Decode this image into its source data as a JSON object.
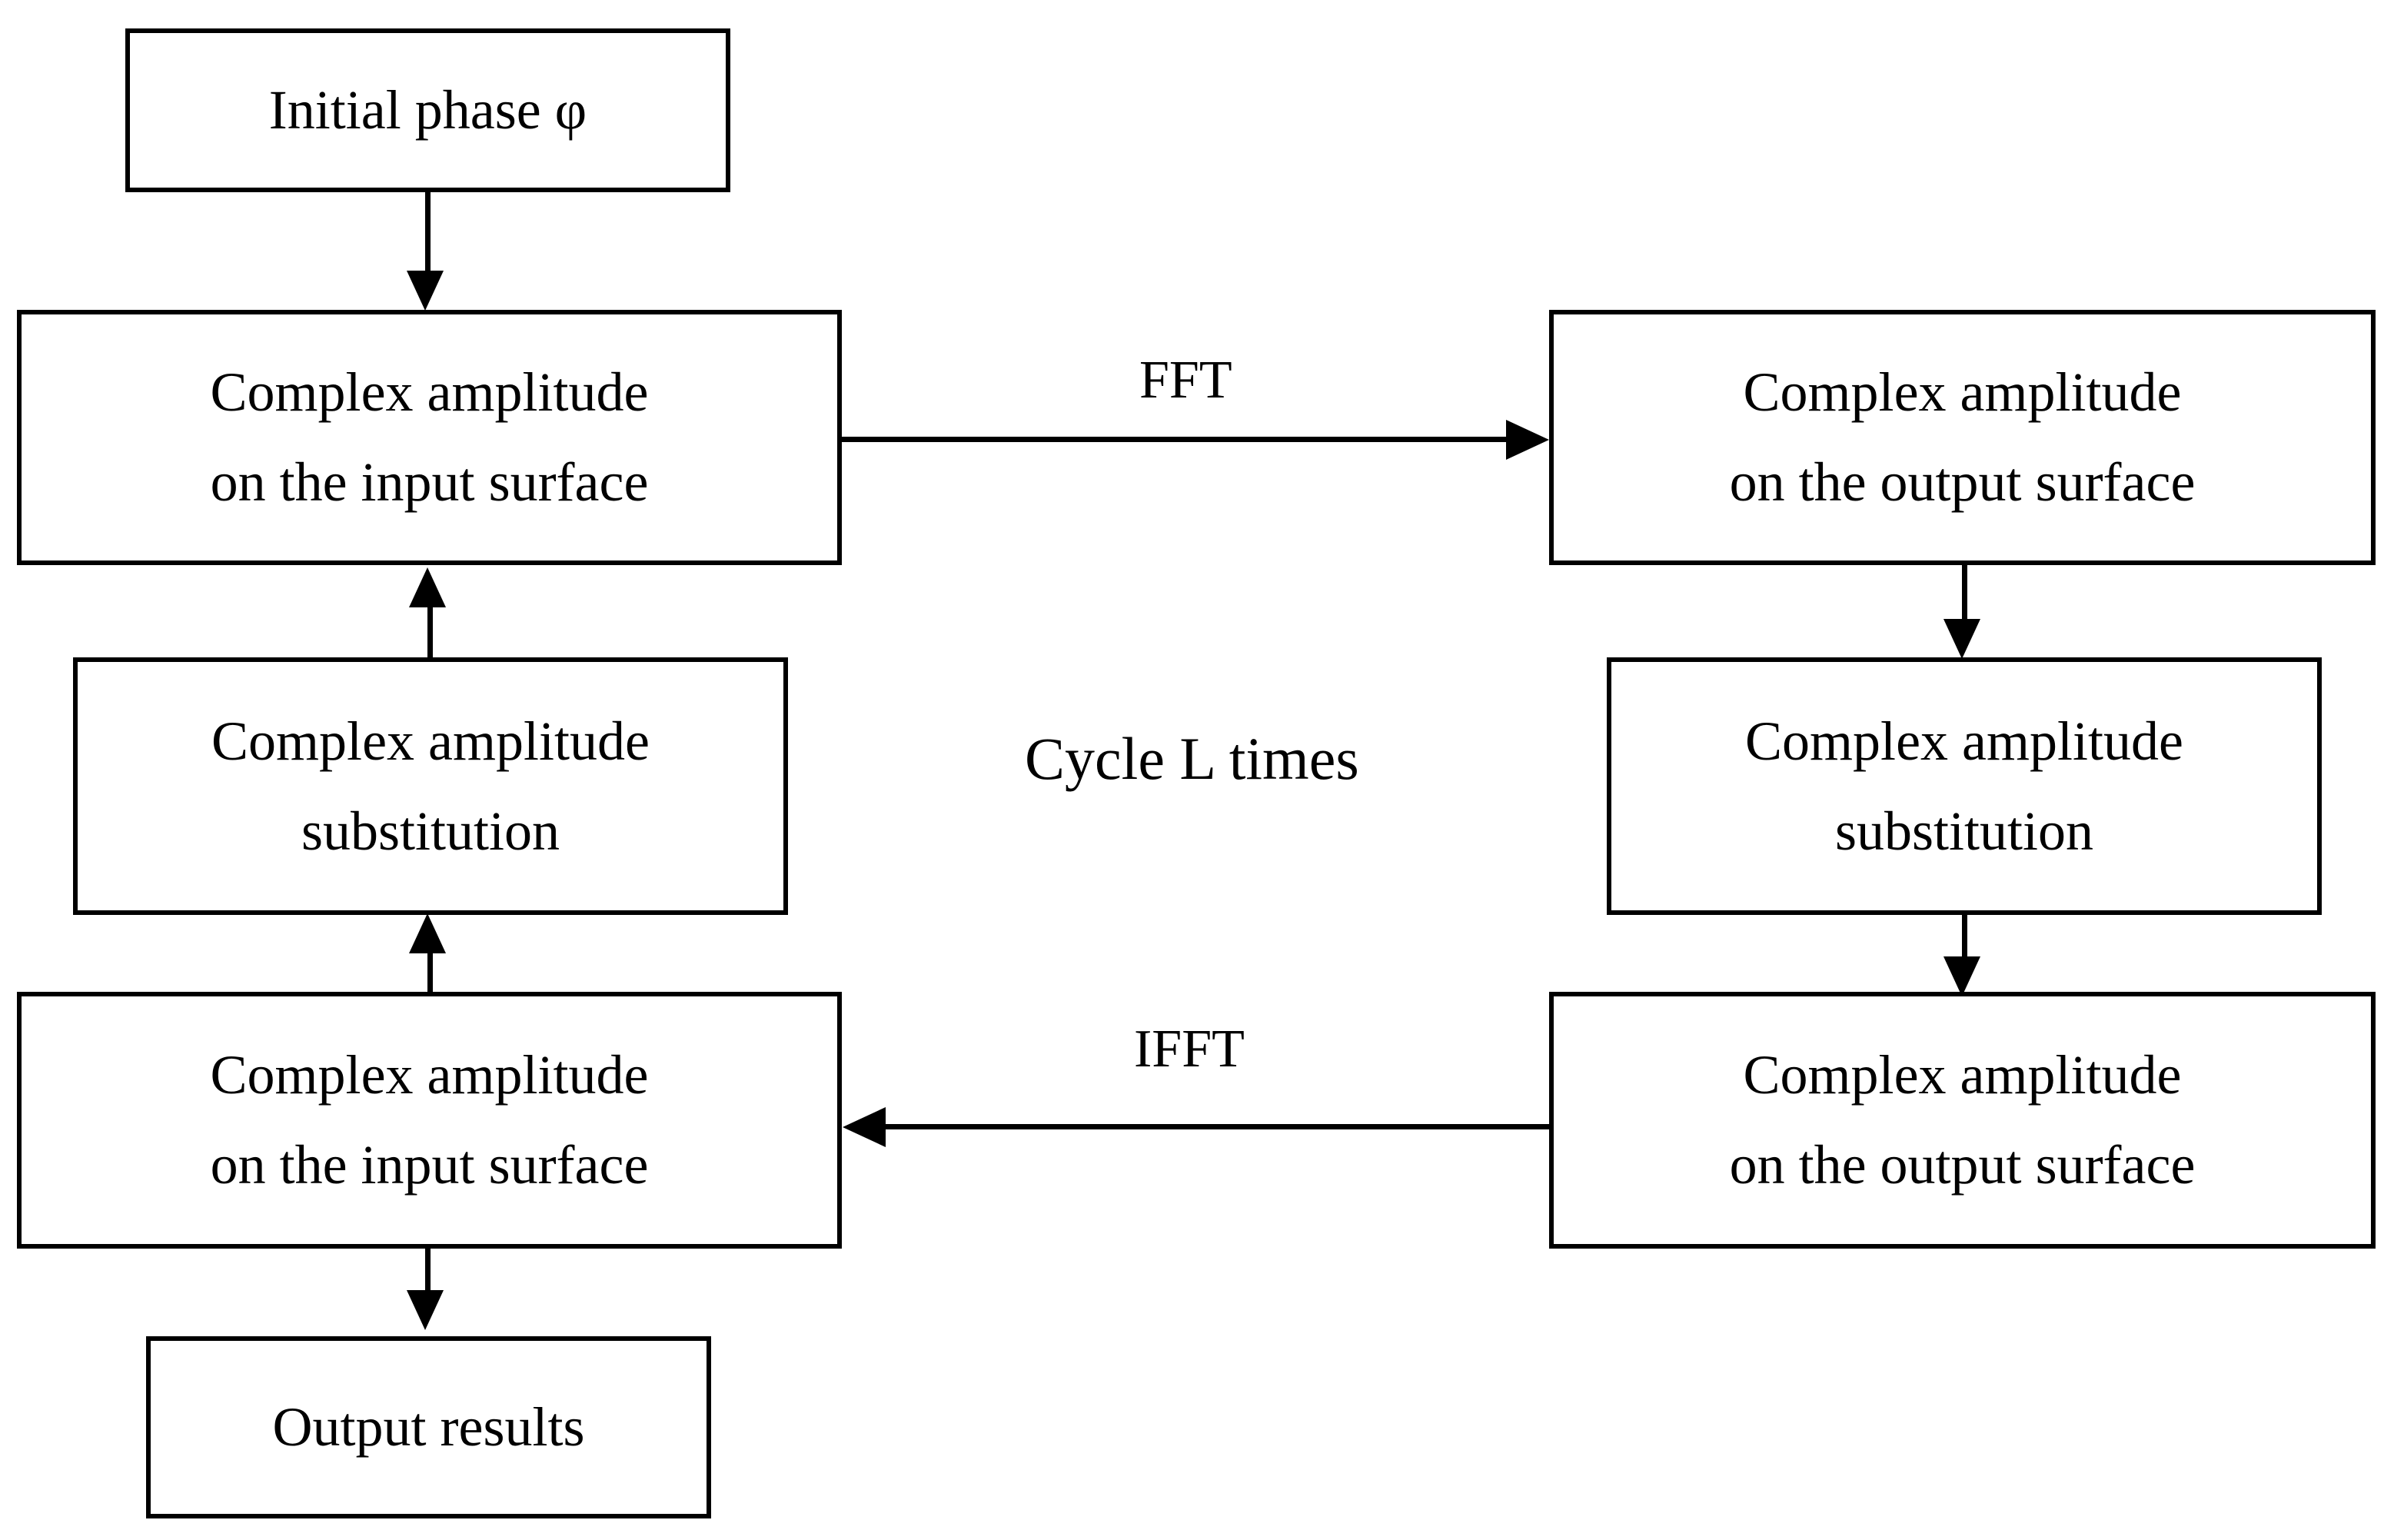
{
  "diagram": {
    "title": "Gerchberg-Saxton iterative phase retrieval flowchart",
    "background_color": "#ffffff",
    "line_color": "#000000",
    "nodes": [
      {
        "id": "initial-phase",
        "lines": [
          "Initial phase  φ"
        ]
      },
      {
        "id": "input-surface-top",
        "lines": [
          "Complex amplitude",
          "on the input surface"
        ]
      },
      {
        "id": "output-surface-top",
        "lines": [
          "Complex amplitude",
          "on the output surface"
        ]
      },
      {
        "id": "substitution-left",
        "lines": [
          "Complex amplitude",
          "substitution"
        ]
      },
      {
        "id": "substitution-right",
        "lines": [
          "Complex amplitude",
          "substitution"
        ]
      },
      {
        "id": "input-surface-bot",
        "lines": [
          "Complex amplitude",
          "on the input surface"
        ]
      },
      {
        "id": "output-surface-bot",
        "lines": [
          "Complex amplitude",
          "on the output surface"
        ]
      },
      {
        "id": "output-results",
        "lines": [
          "Output results"
        ]
      }
    ],
    "edge_labels": {
      "fft": "FFT",
      "ifft": "IFFT"
    },
    "annotations": {
      "cycle": "Cycle L times"
    }
  }
}
